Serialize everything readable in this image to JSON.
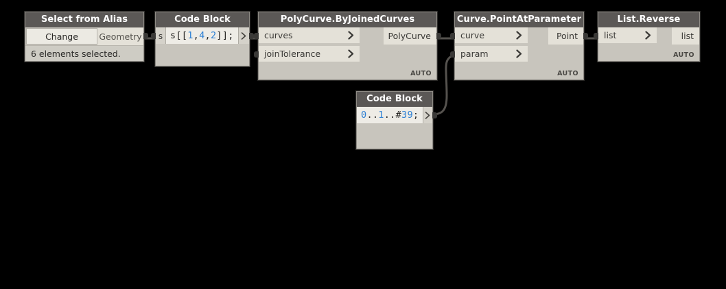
{
  "canvas": {
    "background": "#000000",
    "node_body_color": "#c8c5bd",
    "node_header_color": "#5b5856",
    "port_color": "#e4e1d8",
    "wire_color": "#55524e",
    "code_number_color": "#2b7fd4",
    "code_punct_color": "#232220"
  },
  "nodes": {
    "select_from_alias": {
      "title": "Select from Alias",
      "change_button": "Change",
      "output_port": "Geometry",
      "status": "6 elements selected."
    },
    "code_block_1": {
      "title": "Code Block",
      "input_port": "s",
      "code_tokens": [
        {
          "text": "s[[",
          "type": "punct"
        },
        {
          "text": "1",
          "type": "num"
        },
        {
          "text": ",",
          "type": "punct"
        },
        {
          "text": "4",
          "type": "num"
        },
        {
          "text": ",",
          "type": "punct"
        },
        {
          "text": "2",
          "type": "num"
        },
        {
          "text": "]];",
          "type": "punct"
        }
      ],
      "code_text": "s[[1,4,2]];",
      "output_port": ">"
    },
    "polycurve_byjoinedcurves": {
      "title": "PolyCurve.ByJoinedCurves",
      "inputs": [
        {
          "label": "curves"
        },
        {
          "label": "joinTolerance"
        }
      ],
      "outputs": [
        {
          "label": "PolyCurve"
        }
      ],
      "run_mode": "AUTO"
    },
    "code_block_2": {
      "title": "Code Block",
      "code_tokens": [
        {
          "text": "0",
          "type": "num"
        },
        {
          "text": "..",
          "type": "punct"
        },
        {
          "text": "1",
          "type": "num"
        },
        {
          "text": "..#",
          "type": "punct"
        },
        {
          "text": "39",
          "type": "num"
        },
        {
          "text": ";",
          "type": "punct"
        }
      ],
      "code_text": "0..1..#39;",
      "output_port": ">"
    },
    "curve_pointatparameter": {
      "title": "Curve.PointAtParameter",
      "inputs": [
        {
          "label": "curve"
        },
        {
          "label": "param"
        }
      ],
      "outputs": [
        {
          "label": "Point"
        }
      ],
      "run_mode": "AUTO"
    },
    "list_reverse": {
      "title": "List.Reverse",
      "inputs": [
        {
          "label": "list"
        }
      ],
      "outputs": [
        {
          "label": "list"
        }
      ],
      "run_mode": "AUTO"
    }
  }
}
